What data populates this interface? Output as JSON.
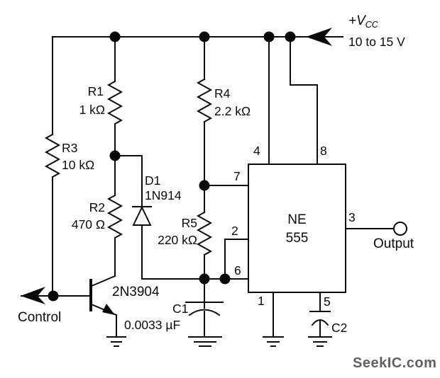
{
  "diagram": {
    "type": "circuit-schematic",
    "power": {
      "label_prefix": "+V",
      "label_sub": "CC",
      "range": "10 to 15 V"
    },
    "components": {
      "r1": {
        "name": "R1",
        "value": "1 kΩ"
      },
      "r2": {
        "name": "R2",
        "value": "470 Ω"
      },
      "r3": {
        "name": "R3",
        "value": "10 kΩ"
      },
      "r4": {
        "name": "R4",
        "value": "2.2 kΩ"
      },
      "r5": {
        "name": "R5",
        "value": "220 kΩ"
      },
      "d1": {
        "name": "D1",
        "value": "1N914"
      },
      "q1": {
        "name": "2N3904"
      },
      "c1": {
        "name": "C1",
        "value": "0.0033 µF"
      },
      "c2": {
        "name": "C2"
      },
      "ic": {
        "line1": "NE",
        "line2": "555"
      }
    },
    "pins": {
      "p1": "1",
      "p2": "2",
      "p3": "3",
      "p4": "4",
      "p5": "5",
      "p6": "6",
      "p7": "7",
      "p8": "8"
    },
    "terminals": {
      "control": "Control",
      "output": "Output"
    },
    "watermark": "SeekIC.com"
  },
  "colors": {
    "line": "#0a0a0a",
    "background": "#ffffff",
    "watermark": "#606060"
  }
}
